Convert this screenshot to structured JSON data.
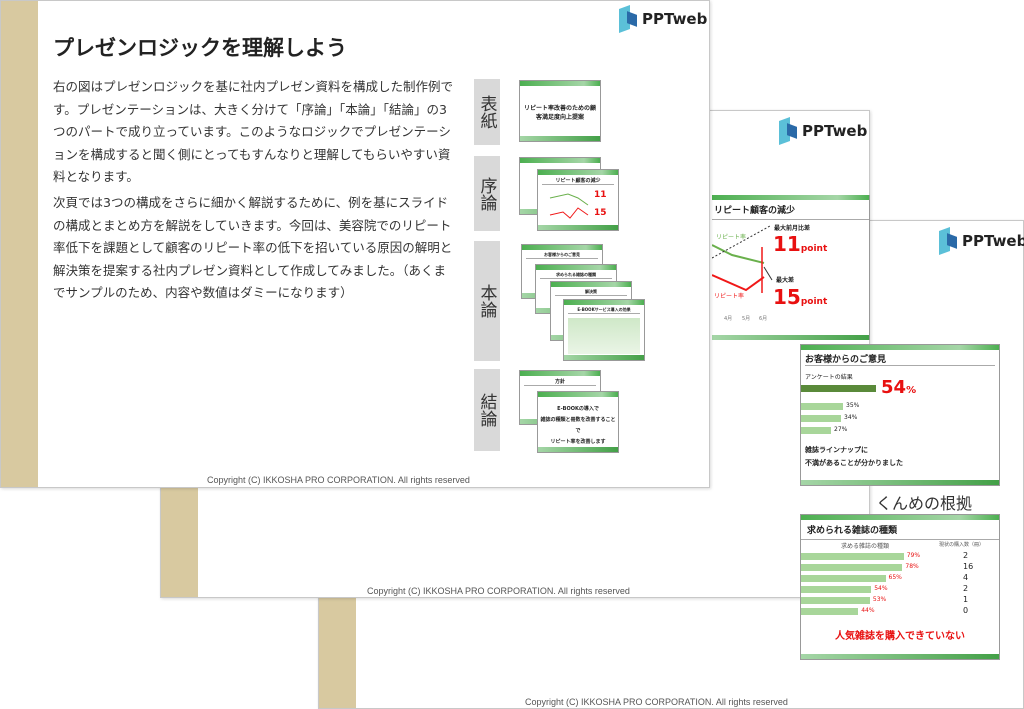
{
  "logo": "PPTweb",
  "copyright": "Copyright (C) IKKOSHA PRO CORPORATION. All rights reserved",
  "slide1": {
    "title": "プレゼンロジックを理解しよう",
    "paragraph1": "右の図はプレゼンロジックを基に社内プレゼン資料を構成した制作例です。プレゼンテーションは、大きく分けて「序論」「本論」「結論」の3つのパートで成り立っています。このようなロジックでプレゼンテーションを構成すると聞く側にとってもすんなりと理解してもらいやすい資料となります。",
    "paragraph2": "次頁では3つの構成をさらに細かく解説するために、例を基にスライドの構成とまとめ方を解説をしていきます。今回は、美容院でのリピート率低下を課題として顧客のリピート率の低下を招いている原因の解明と解決策を提案する社内プレゼン資料として作成してみました。（あくまでサンプルのため、内容や数値はダミーになります）",
    "sections": [
      "表紙",
      "序論",
      "本論",
      "結論"
    ],
    "cover_title": "リピート率改善のための顧客満足度向上提案",
    "intro_slide_title": "リピート顧客の減少",
    "body_slide_titles": [
      "お客様からのご意見",
      "求められる雑誌の種類",
      "解決策",
      "E-BOOKサービス導入の効果"
    ],
    "conclusion_title": "方針",
    "conclusion_text": [
      "E-BOOKの導入で",
      "雑誌の種類と冊数を改善することで",
      "リピート率を改善します"
    ]
  },
  "slide2": {
    "chart_title": "リピート顧客の減少",
    "green_label": "リピート率",
    "red_label": "リピート率",
    "annot1": "最大前月比差",
    "value1": "11",
    "annot2": "最大差",
    "value2": "15",
    "unit": "point",
    "months": [
      "4月",
      "5月",
      "6月"
    ]
  },
  "slide3": {
    "opinion_title": "お客様からのご意見",
    "survey_label": "アンケートの結果",
    "big_percent": "54",
    "percent_sign": "%",
    "bars": [
      "35%",
      "34%",
      "27%"
    ],
    "finding1": "雑誌ラインナップに",
    "finding2": "不満があることが分かりました",
    "section_heading": "くんめの根拠",
    "magazine_title": "求められる雑誌の種類",
    "magazine_col1": "求める雑誌の種類",
    "magazine_col2": "現状の購入数（冊）",
    "magazine_percents": [
      "79%",
      "78%",
      "65%",
      "54%",
      "53%",
      "44%"
    ],
    "magazine_counts": [
      "2",
      "16",
      "4",
      "2",
      "1",
      "0"
    ],
    "conclusion": "人気雑誌を購入できていない"
  }
}
